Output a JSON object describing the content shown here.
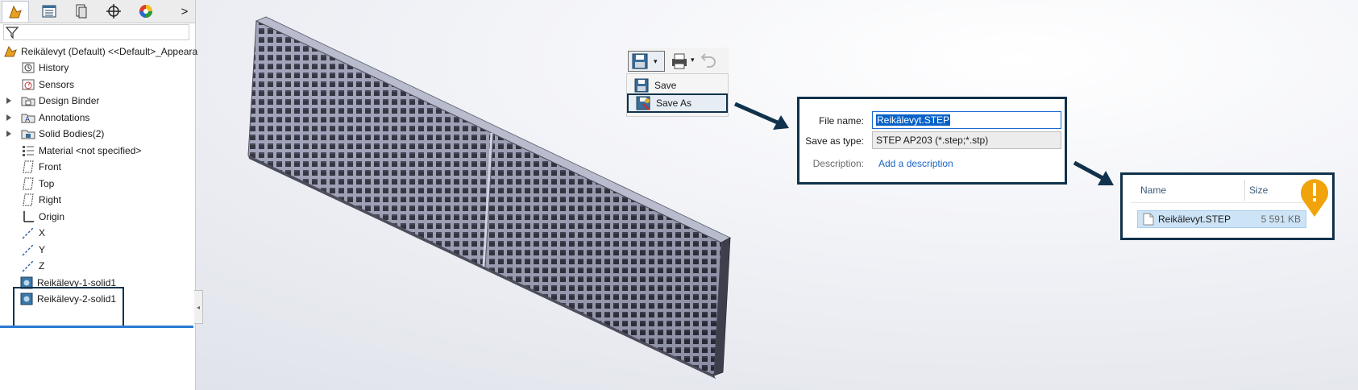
{
  "feature_tree": {
    "tabs": [
      "feature-manager-icon",
      "property-manager-icon",
      "configuration-manager-icon",
      "dimxpert-icon",
      "display-manager-icon"
    ],
    "more_tabs_glyph": ">",
    "root_label": "Reikälevyt (Default) <<Default>_Appeara",
    "items": [
      {
        "label": "History",
        "icon": "history-icon"
      },
      {
        "label": "Sensors",
        "icon": "sensors-icon"
      },
      {
        "label": "Design Binder",
        "icon": "design-binder-icon",
        "expandable": true
      },
      {
        "label": "Annotations",
        "icon": "annotations-icon",
        "expandable": true
      },
      {
        "label": "Solid Bodies(2)",
        "icon": "solid-bodies-icon",
        "expandable": true
      },
      {
        "label": "Material <not specified>",
        "icon": "material-icon"
      },
      {
        "label": "Front",
        "icon": "plane-icon"
      },
      {
        "label": "Top",
        "icon": "plane-icon"
      },
      {
        "label": "Right",
        "icon": "plane-icon"
      },
      {
        "label": "Origin",
        "icon": "origin-icon"
      },
      {
        "label": "X",
        "icon": "axis-icon"
      },
      {
        "label": "Y",
        "icon": "axis-icon"
      },
      {
        "label": "Z",
        "icon": "axis-icon"
      },
      {
        "label": "Reikälevy-1-solid1",
        "icon": "solid-body-icon"
      },
      {
        "label": "Reikälevy-2-solid1",
        "icon": "solid-body-icon"
      }
    ]
  },
  "save_menu": {
    "items": [
      "Save",
      "Save As"
    ]
  },
  "save_dialog": {
    "file_name_label": "File name:",
    "file_name_value": "Reikälevyt.STEP",
    "save_as_type_label": "Save as type:",
    "save_as_type_value": "STEP AP203 (*.step;*.stp)",
    "description_label": "Description:",
    "description_link": "Add a description"
  },
  "file_list": {
    "columns": [
      "Name",
      "Size"
    ],
    "file_name": "Reikälevyt.STEP",
    "file_size": "5 591 KB"
  },
  "colors": {
    "callout_border": "#10324c",
    "selection_blue": "#0a62c8",
    "warning_marker": "#f0a30a",
    "model_face": "#9a9db4"
  }
}
